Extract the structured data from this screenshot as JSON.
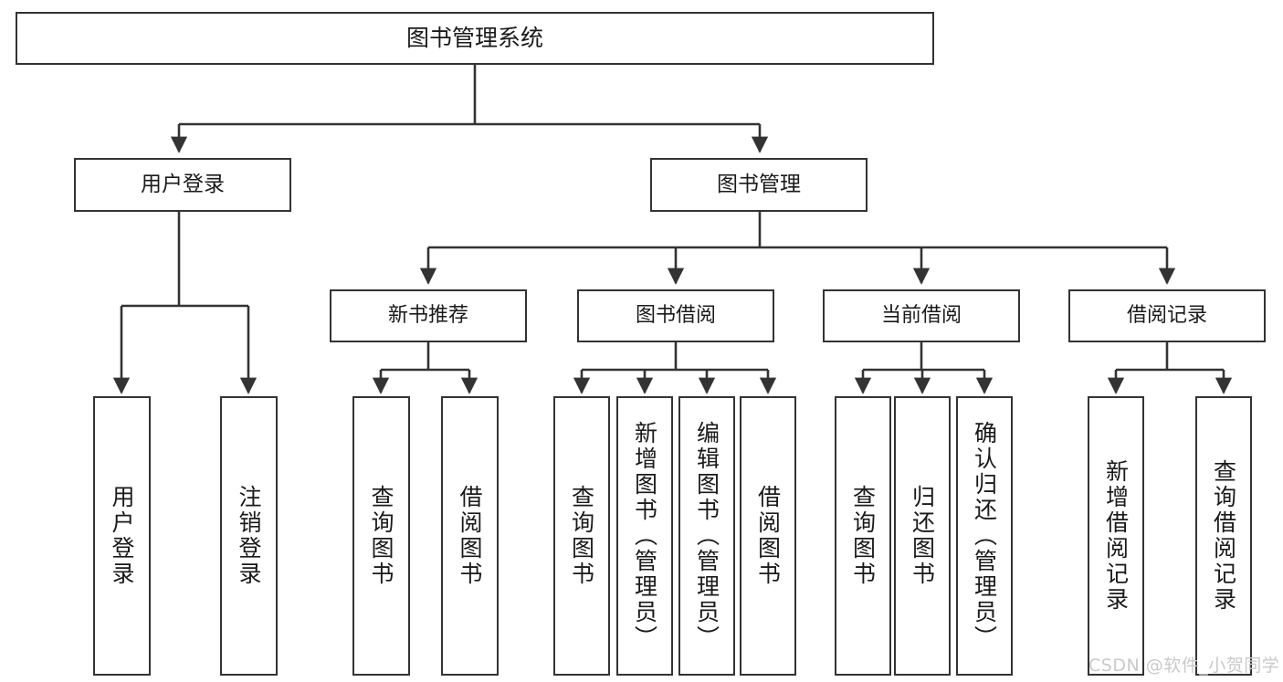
{
  "diagram": {
    "title": "图书管理系统",
    "root": {
      "label": "图书管理系统"
    },
    "level1": [
      {
        "label": "用户登录"
      },
      {
        "label": "图书管理"
      }
    ],
    "level2": [
      {
        "label": "新书推荐"
      },
      {
        "label": "图书借阅"
      },
      {
        "label": "当前借阅"
      },
      {
        "label": "借阅记录"
      }
    ],
    "leaves": {
      "user_login": [
        {
          "label": "用户登录"
        },
        {
          "label": "注销登录"
        }
      ],
      "new_book_recommend": [
        {
          "label": "查询图书"
        },
        {
          "label": "借阅图书"
        }
      ],
      "book_borrow": [
        {
          "label": "查询图书"
        },
        {
          "label": "新增图书（管理员）"
        },
        {
          "label": "编辑图书（管理员）"
        },
        {
          "label": "借阅图书"
        }
      ],
      "current_borrow": [
        {
          "label": "查询图书"
        },
        {
          "label": "归还图书"
        },
        {
          "label": "确认归还（管理员）"
        }
      ],
      "borrow_record": [
        {
          "label": "新增借阅记录"
        },
        {
          "label": "查询借阅记录"
        }
      ]
    }
  },
  "watermark": {
    "text": "CSDN @软件_小贺同学"
  },
  "colors": {
    "border": "#333333",
    "background": "#ffffff",
    "text": "#1a1a1a",
    "watermark": "#c9c9c9"
  }
}
